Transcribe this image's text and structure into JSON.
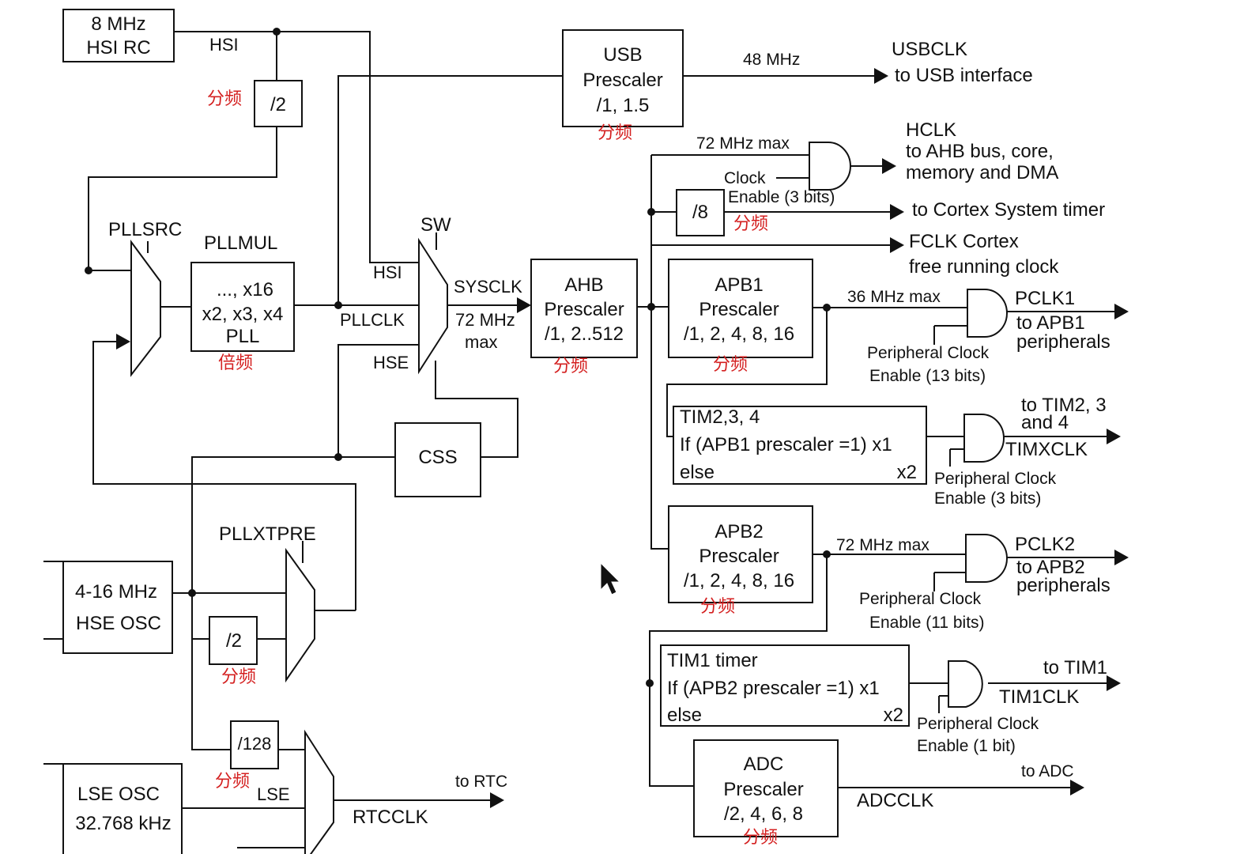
{
  "blocks": {
    "hsi_rc": {
      "line1": "8 MHz",
      "line2": "HSI RC"
    },
    "hse_osc": {
      "line1": "4-16 MHz",
      "line2": "HSE OSC"
    },
    "lse_osc": {
      "line1": "LSE OSC",
      "line2": "32.768 kHz"
    },
    "div2_hsi": "/2",
    "div2_hse": "/2",
    "div128": "/128",
    "pll": {
      "line1": "..., x16",
      "line2": "x2, x3, x4",
      "line3": "PLL"
    },
    "usb_prescaler": {
      "line1": "USB",
      "line2": "Prescaler",
      "line3": "/1, 1.5"
    },
    "ahb_prescaler": {
      "line1": "AHB",
      "line2": "Prescaler",
      "line3": "/1, 2..512"
    },
    "apb1_prescaler": {
      "line1": "APB1",
      "line2": "Prescaler",
      "line3": "/1, 2, 4, 8, 16"
    },
    "apb2_prescaler": {
      "line1": "APB2",
      "line2": "Prescaler",
      "line3": "/1, 2, 4, 8, 16"
    },
    "adc_prescaler": {
      "line1": "ADC",
      "line2": "Prescaler",
      "line3": "/2, 4, 6, 8"
    },
    "div8": "/8",
    "css": "CSS",
    "tim234": {
      "line1": "TIM2,3, 4",
      "line2": "If (APB1 prescaler =1) x1",
      "line3": "else",
      "line3b": "x2"
    },
    "tim1": {
      "line1": "TIM1 timer",
      "line2": "If (APB2 prescaler =1) x1",
      "line3": "else",
      "line3b": "x2"
    }
  },
  "labels": {
    "hsi": "HSI",
    "hsi_sw": "HSI",
    "hse_sw": "HSE",
    "pllsrc": "PLLSRC",
    "pllmul": "PLLMUL",
    "sw": "SW",
    "pllclk": "PLLCLK",
    "sysclk": "SYSCLK",
    "sysclk_max1": "72 MHz",
    "sysclk_max2": "max",
    "pllxtpre": "PLLXTPRE",
    "lse": "LSE",
    "rtcclk": "RTCCLK",
    "to_rtc": "to RTC",
    "usb_48": "48 MHz",
    "usbclk": "USBCLK",
    "usb_iface": "to USB interface",
    "ahb_max": "72 MHz max",
    "clock_en1": "Clock",
    "clock_en2": "Enable (3 bits)",
    "hclk": "HCLK",
    "hclk_d1": "to AHB bus, core,",
    "hclk_d2": "memory and DMA",
    "cortex_timer": "to Cortex System timer",
    "fclk1": "FCLK Cortex",
    "fclk2": "free running clock",
    "apb1_max": "36 MHz max",
    "pclk1": "PCLK1",
    "pclk1_d1": "to APB1",
    "pclk1_d2": "peripherals",
    "pce13_1": "Peripheral Clock",
    "pce13_2": "Enable (13 bits)",
    "tim234_to1": "to TIM2, 3",
    "tim234_to2": "and 4",
    "timxclk": "TIMXCLK",
    "pce3_1": "Peripheral Clock",
    "pce3_2": "Enable (3 bits)",
    "apb2_max": "72 MHz max",
    "pclk2": "PCLK2",
    "pclk2_d1": "to APB2",
    "pclk2_d2": "peripherals",
    "pce11_1": "Peripheral Clock",
    "pce11_2": "Enable (11 bits)",
    "to_tim1": "to TIM1",
    "tim1clk": "TIM1CLK",
    "pce1_1": "Peripheral Clock",
    "pce1_2": "Enable (1 bit)",
    "to_adc": "to ADC",
    "adcclk": "ADCCLK"
  },
  "annotations": {
    "fenpin": "分频",
    "beipin": "倍频"
  }
}
